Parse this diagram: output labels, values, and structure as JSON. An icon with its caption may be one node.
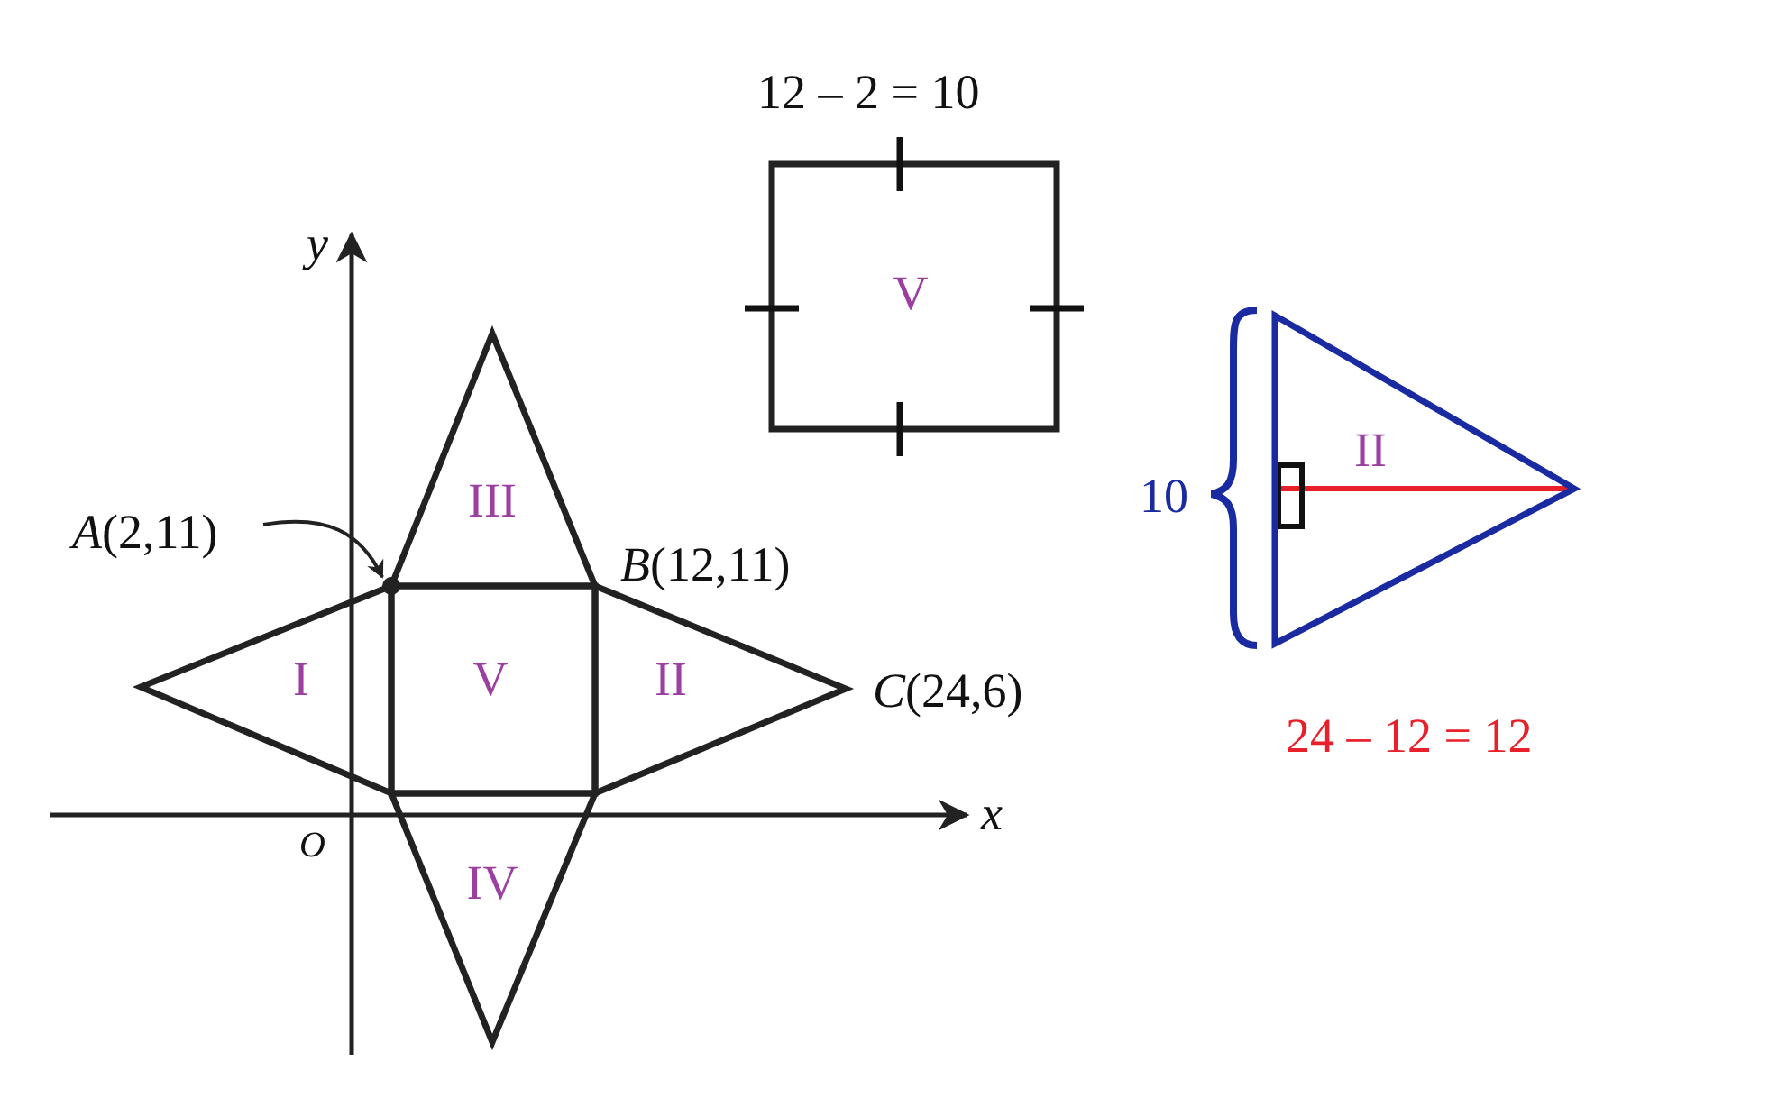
{
  "diagram": {
    "nodes": [
      {
        "text": [
          "III"
        ]
      },
      {
        "text": [
          "I"
        ]
      },
      {
        "text": [
          "V"
        ]
      },
      {
        "text": [
          "II"
        ]
      },
      {
        "text": [
          "IV"
        ]
      },
      {
        "text": [
          "*A*(2,11)"
        ]
      },
      {
        "text": [],
        "shape": "circle"
      },
      {
        "text": [
          "V"
        ]
      },
      {
        "text": [
          "II"
        ]
      }
    ],
    "edges": [
      {
        "from": 5,
        "to": 6,
        "arrow": "to"
      }
    ],
    "labels": [
      "*y*",
      "*x*",
      "*O*",
      "*B*(12,11)",
      "*C*(24,6)",
      "12 – 2 = 10",
      "10",
      "24 – 12 = 12"
    ]
  }
}
